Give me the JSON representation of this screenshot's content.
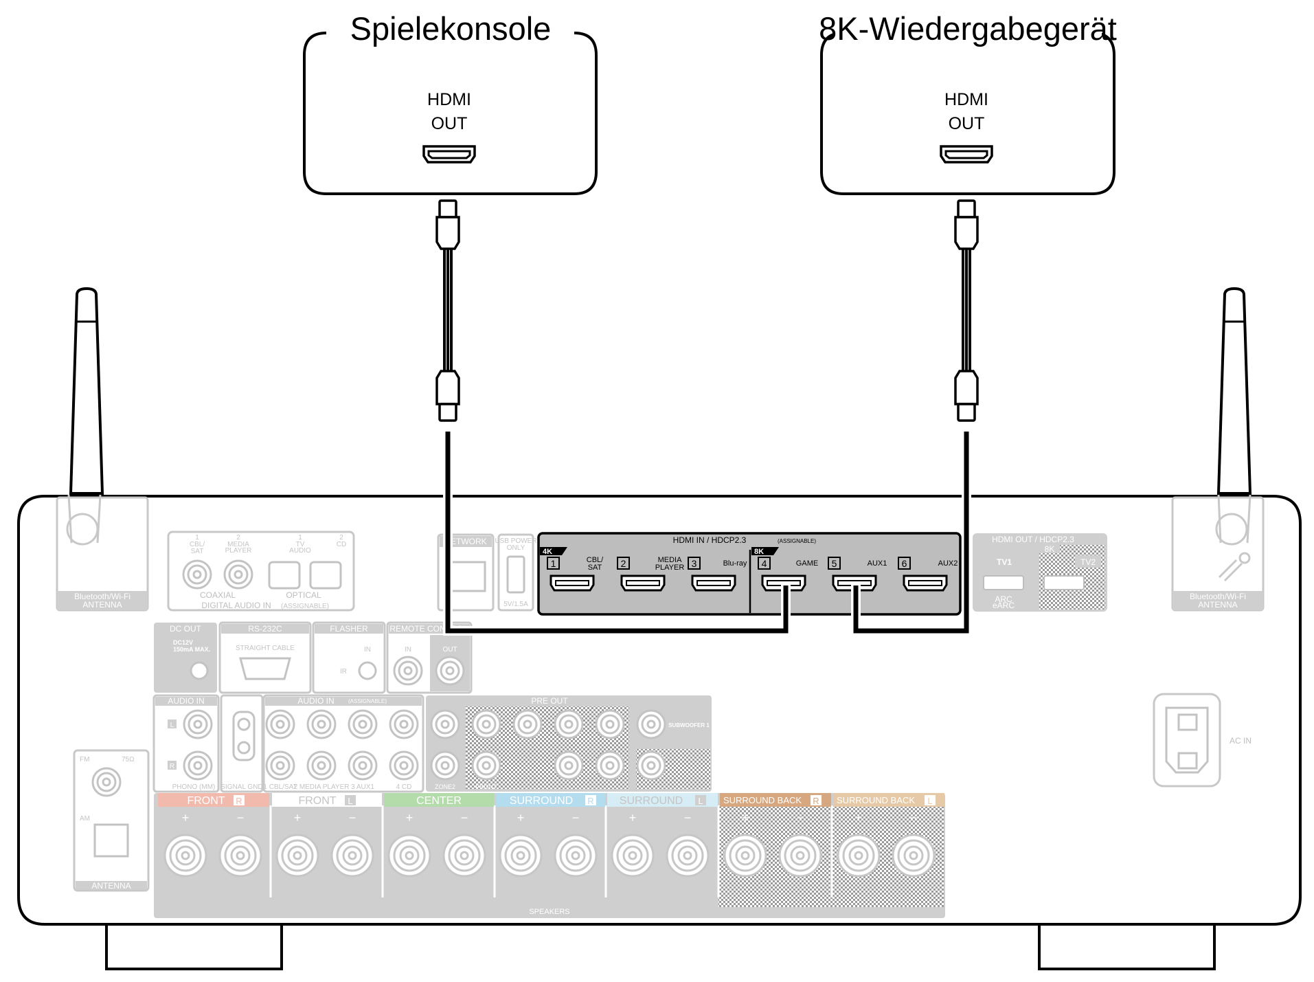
{
  "devices": [
    {
      "title": "Spielekonsole",
      "port_line1": "HDMI",
      "port_line2": "OUT"
    },
    {
      "title": "8K-Wiedergabegerät",
      "port_line1": "HDMI",
      "port_line2": "OUT"
    }
  ],
  "antenna": {
    "left_label1": "Bluetooth/Wi-Fi",
    "left_label2": "ANTENNA",
    "right_label1": "Bluetooth/Wi-Fi",
    "right_label2": "ANTENNA"
  },
  "digital_in": {
    "coax1_num": "1",
    "coax1_name1": "CBL/",
    "coax1_name2": "SAT",
    "coax2_num": "2",
    "coax2_name1": "MEDIA",
    "coax2_name2": "PLAYER",
    "opt1_num": "1",
    "opt1_name1": "TV",
    "opt1_name2": "AUDIO",
    "opt2_num": "2",
    "opt2_name": "CD",
    "coaxial": "COAXIAL",
    "optical": "OPTICAL",
    "title": "DIGITAL AUDIO IN",
    "assignable": "(ASSIGNABLE)"
  },
  "network": {
    "label": "NETWORK"
  },
  "usb": {
    "label1": "USB POWER",
    "label2": "ONLY",
    "spec": "5V/1.5A"
  },
  "hdmi_in": {
    "title": "HDMI IN / HDCP2.3",
    "assignable": "(ASSIGNABLE)",
    "badge_4k": "4K",
    "badge_8k": "8K",
    "ports": [
      {
        "num": "1",
        "name1": "CBL/",
        "name2": "SAT"
      },
      {
        "num": "2",
        "name1": "MEDIA",
        "name2": "PLAYER"
      },
      {
        "num": "3",
        "name1": "Blu-ray",
        "name2": ""
      },
      {
        "num": "4",
        "name1": "GAME",
        "name2": ""
      },
      {
        "num": "5",
        "name1": "AUX1",
        "name2": ""
      },
      {
        "num": "6",
        "name1": "AUX2",
        "name2": ""
      }
    ]
  },
  "hdmi_out": {
    "title": "HDMI OUT / HDCP2.3",
    "tv1": "TV1",
    "tv2": "TV2",
    "badge_8k": "8K",
    "arc1": "ARC",
    "arc2": "eARC"
  },
  "dc_out": {
    "title": "DC OUT",
    "spec1": "DC12V",
    "spec2": "150mA MAX."
  },
  "rs232c": {
    "title": "RS-232C",
    "cable": "STRAIGHT CABLE"
  },
  "flasher": {
    "title": "FLASHER",
    "in": "IN",
    "ir": "IR"
  },
  "remote": {
    "title": "REMOTE CONTROL",
    "in": "IN",
    "out": "OUT"
  },
  "audio_in_left": {
    "title": "AUDIO IN",
    "l": "L",
    "r": "R",
    "phono": "PHONO (MM)",
    "gnd": "SIGNAL GND"
  },
  "audio_in_right": {
    "title": "AUDIO IN",
    "assignable": "(ASSIGNABLE)",
    "c1": "1 CBL/SAT",
    "c2": "2 MEDIA PLAYER",
    "c3": "3 AUX1",
    "c4": "4 CD"
  },
  "pre_out": {
    "title": "PRE OUT",
    "zone2": "ZONE2",
    "subwoofer1": "SUBWOOFER 1",
    "front": "FRONT"
  },
  "fm": {
    "fm": "FM",
    "ohm": "75Ω",
    "am": "AM",
    "antenna": "ANTENNA"
  },
  "ac_in": {
    "label": "AC IN"
  },
  "speakers": {
    "title": "SPEAKERS",
    "plus": "+",
    "minus": "−",
    "channels": [
      {
        "name": "FRONT",
        "side": "R",
        "color": "#f2b9ad"
      },
      {
        "name": "FRONT",
        "side": "L",
        "color": "#ffffff"
      },
      {
        "name": "CENTER",
        "side": "",
        "color": "#b4dcaa"
      },
      {
        "name": "SURROUND",
        "side": "R",
        "color": "#b3dcef"
      },
      {
        "name": "SURROUND",
        "side": "L",
        "color": "#d7edf6"
      },
      {
        "name": "SURROUND BACK",
        "side": "R",
        "color": "#d7a87f"
      },
      {
        "name": "SURROUND BACK",
        "side": "L",
        "color": "#e6caa7"
      }
    ]
  }
}
